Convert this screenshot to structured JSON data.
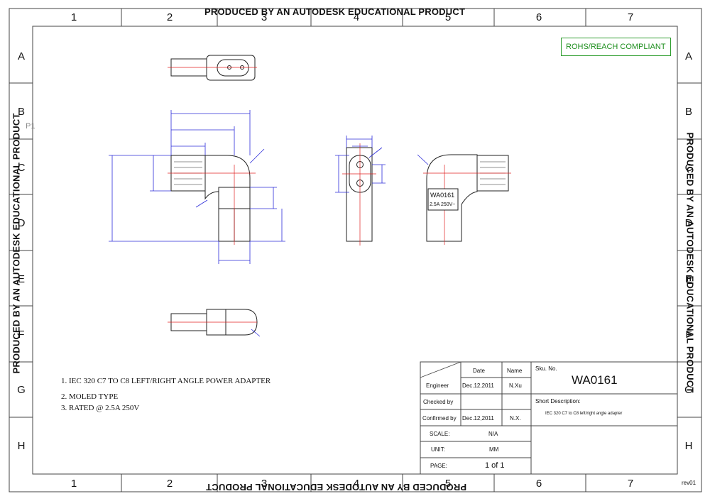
{
  "watermark": {
    "text": "PRODUCED BY AN AUTODESK EDUCATIONAL PRODUCT"
  },
  "zones": {
    "columns": [
      "1",
      "2",
      "3",
      "4",
      "5",
      "6",
      "7"
    ],
    "rows": [
      "A",
      "B",
      "C",
      "D",
      "E",
      "F",
      "G",
      "H"
    ]
  },
  "sheet_tag": "P1",
  "revision": "rev01",
  "compliance_badge": "ROHS/REACH COMPLIANT",
  "label_box": {
    "line1": "WA0161",
    "line2": "2.5A 250V~"
  },
  "notes": [
    "1. IEC 320 C7 TO C8 LEFT/RIGHT ANGLE POWER ADAPTER",
    "2. MOLED TYPE",
    "3. RATED @ 2.5A 250V"
  ],
  "title_block": {
    "header_date": "Date",
    "header_name": "Name",
    "engineer_label": "Engineer",
    "engineer_date": "Dec.12,2011",
    "engineer_name": "N.Xu",
    "checked_label": "Checked by",
    "confirmed_label": "Confirmed by",
    "confirmed_date": "Dec.12,2011",
    "confirmed_name": "N.X.",
    "scale_label": "SCALE:",
    "scale_value": "N/A",
    "unit_label": "UNIT:",
    "unit_value": "MM",
    "page_label": "PAGE:",
    "page_value": "1 of 1",
    "sku_label": "Sku. No.",
    "sku_value": "WA0161",
    "desc_label": "Short Description:",
    "desc_value": "IEC 320 C7 to C8 left/right angle adapter"
  },
  "colors": {
    "border": "#333333",
    "geometry": "#222222",
    "dimension": "#2b2bd9",
    "centerline": "#e02020",
    "compliance": "#1f8f1f"
  }
}
